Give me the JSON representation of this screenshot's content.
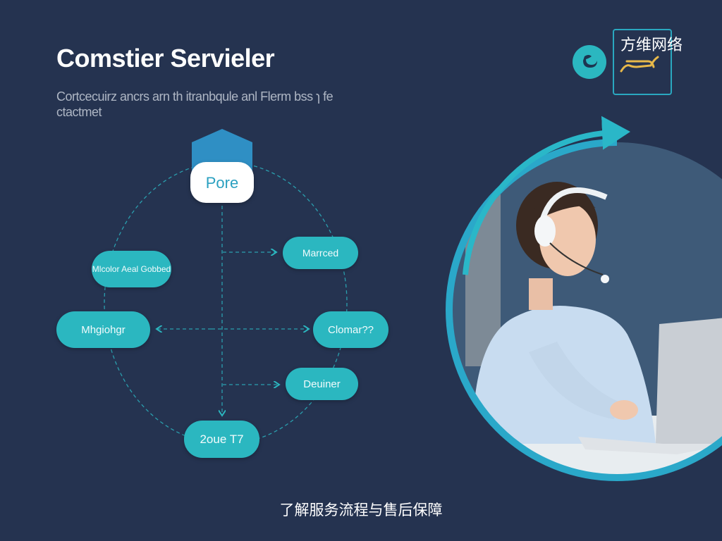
{
  "header": {
    "title": "Comstier Servieler",
    "subtitle": "Cortcecuirz ancrs arn th itranbqule anl Flerm bss ɿ fe ctactmet"
  },
  "brand": {
    "name": "方维网络",
    "logo_icon": "swirl-logo-icon",
    "accent": "#2bb7c0",
    "gold": "#e8b94a"
  },
  "diagram": {
    "center_node": "Pore",
    "nodes": [
      "Mlcolor Aeal Gobbed",
      "Marrced",
      "Mhgiohgr",
      "Clomar??",
      "Deuiner",
      "2oue T7"
    ]
  },
  "photo": {
    "subject": "customer-service-agent-with-headset"
  },
  "caption": "了解服务流程与售后保障",
  "colors": {
    "background": "#253350",
    "node": "#2bb7c0",
    "ring": "#2aa8c9"
  }
}
